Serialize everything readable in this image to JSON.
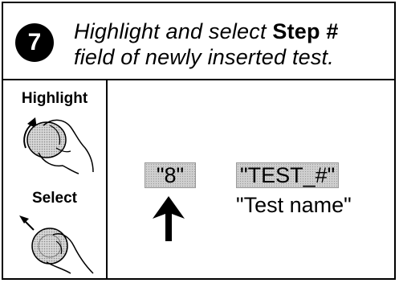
{
  "step": {
    "number": "7",
    "line1_italic": "Highlight and select ",
    "line1_bold": "Step #",
    "line2": "field of newly inserted test."
  },
  "controls": {
    "highlight_label": "Highlight",
    "select_label": "Select"
  },
  "display": {
    "step_field_value": "\"8\"",
    "test_field_value": "\"TEST_#\"",
    "test_name": "\"Test name\""
  },
  "icons": [
    "knob-turn-icon",
    "knob-press-icon",
    "up-arrow-icon"
  ]
}
